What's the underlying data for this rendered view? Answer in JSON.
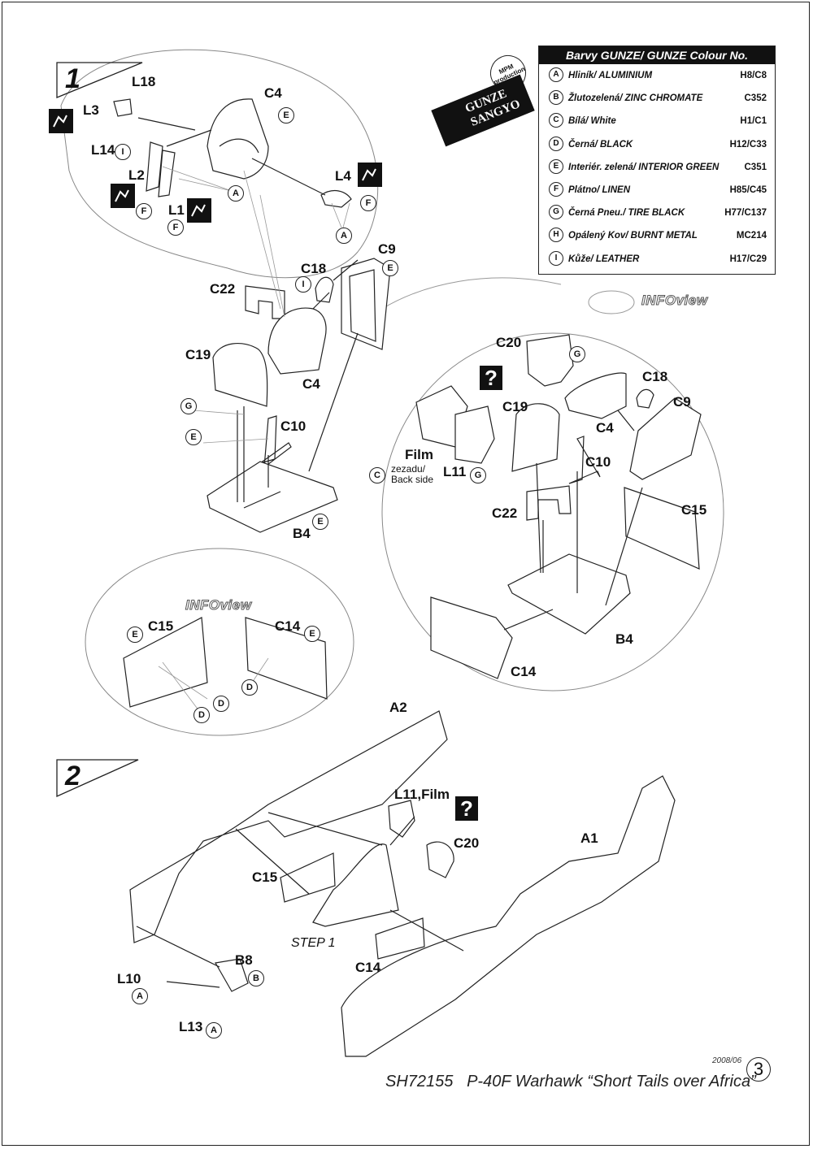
{
  "steps": {
    "step1": "1",
    "step2": "2"
  },
  "infoview": "INFOview",
  "colour_table": {
    "title": "Barvy GUNZE/ GUNZE Colour No.",
    "rows": [
      {
        "key": "A",
        "name": "Hliník/ ALUMINIUM",
        "code": "H8/C8"
      },
      {
        "key": "B",
        "name": "Žlutozelená/ ZINC CHROMATE",
        "code": "C352"
      },
      {
        "key": "C",
        "name": "Bílá/ White",
        "code": "H1/C1"
      },
      {
        "key": "D",
        "name": "Černá/ BLACK",
        "code": "H12/C33"
      },
      {
        "key": "E",
        "name": "Interiér. zelená/ INTERIOR GREEN",
        "code": "C351"
      },
      {
        "key": "F",
        "name": "Plátno/ LINEN",
        "code": "H85/C45"
      },
      {
        "key": "G",
        "name": "Černá Pneu./ TIRE BLACK",
        "code": "H77/C137"
      },
      {
        "key": "H",
        "name": "Opálený Kov/ BURNT METAL",
        "code": "MC214"
      },
      {
        "key": "I",
        "name": "Kůže/ LEATHER",
        "code": "H17/C29"
      }
    ]
  },
  "logos": {
    "mpm": "MPM production",
    "gunze_line1": "GUNZE",
    "gunze_line2": "SANGYO"
  },
  "labels": {
    "L18": "L18",
    "L3": "L3",
    "C4": "C4",
    "L14": "L14",
    "L2": "L2",
    "L1": "L1",
    "L4": "L4",
    "C9": "C9",
    "C18": "C18",
    "C22": "C22",
    "C19": "C19",
    "C10": "C10",
    "B4": "B4",
    "C20": "C20",
    "C15": "C15",
    "C14": "C14",
    "C11": "L11",
    "film": "Film",
    "film_note1": "zezadu/",
    "film_note2": "Back side",
    "A2": "A2",
    "A1": "A1",
    "L11film": "L11,Film",
    "step1_ref": "STEP 1",
    "B8": "B8",
    "L10": "L10",
    "L13": "L13"
  },
  "badges": {
    "E": "E",
    "I": "I",
    "F": "F",
    "A": "A",
    "G": "G",
    "C": "C",
    "D": "D",
    "B": "B"
  },
  "question": "?",
  "footer": {
    "code": "SH72155",
    "title": "P-40F Warhawk “Short Tails over Africa”",
    "date": "2008/06",
    "page": "3"
  }
}
